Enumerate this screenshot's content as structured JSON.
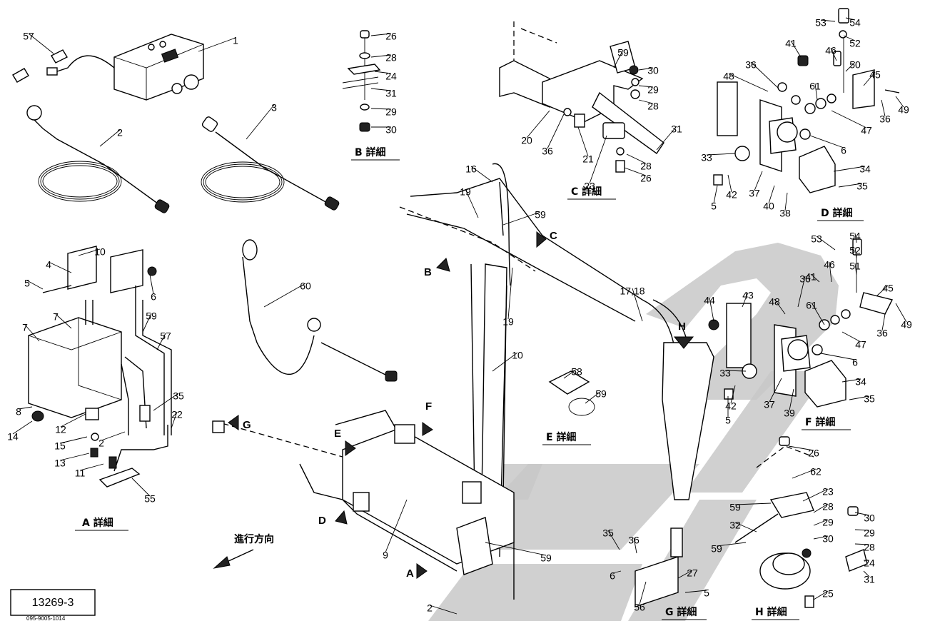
{
  "drawing_number": "13269-3",
  "drawing_subnumber": "095-9005-1014",
  "direction_label": "進行方向",
  "detail_titles": {
    "A": "A 詳細",
    "B": "B 詳細",
    "C": "C 詳細",
    "D": "D 詳細",
    "E": "E 詳細",
    "F": "F 詳細",
    "G": "G 詳細",
    "H": "H 詳細"
  },
  "view_arrows": [
    "A",
    "B",
    "C",
    "D",
    "E",
    "F",
    "G",
    "H"
  ],
  "part_numbers": [
    "1",
    "2",
    "3",
    "4",
    "5",
    "6",
    "7",
    "8",
    "9",
    "10",
    "11",
    "12",
    "13",
    "14",
    "15",
    "16",
    "17,18",
    "19",
    "20",
    "21",
    "22",
    "23",
    "24",
    "25",
    "26",
    "27",
    "28",
    "29",
    "30",
    "31",
    "32",
    "33",
    "34",
    "35",
    "36",
    "37",
    "38",
    "39",
    "40",
    "41",
    "42",
    "43",
    "44",
    "45",
    "46",
    "47",
    "48",
    "49",
    "50",
    "51",
    "52",
    "53",
    "54",
    "55",
    "56",
    "57",
    "58",
    "59",
    "60",
    "61",
    "62"
  ],
  "watermark_color": "#c8c8c8"
}
